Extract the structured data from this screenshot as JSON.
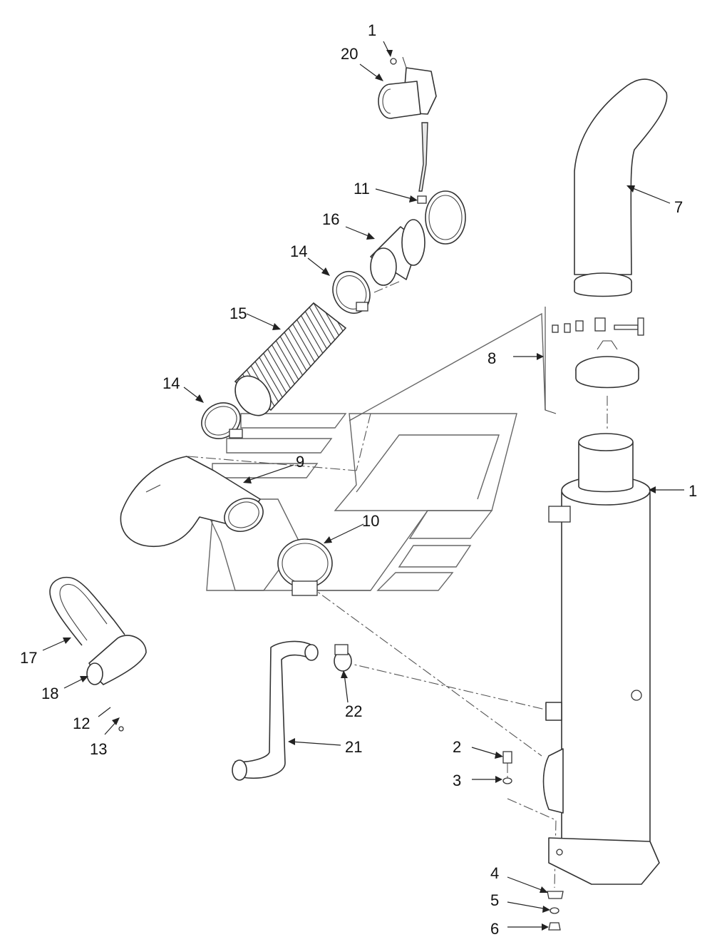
{
  "diagram": {
    "callouts": [
      {
        "id": "1",
        "text": "1"
      },
      {
        "id": "2",
        "text": "2"
      },
      {
        "id": "3",
        "text": "3"
      },
      {
        "id": "4",
        "text": "4"
      },
      {
        "id": "5",
        "text": "5"
      },
      {
        "id": "6",
        "text": "6"
      },
      {
        "id": "7",
        "text": "7"
      },
      {
        "id": "8",
        "text": "8"
      },
      {
        "id": "9",
        "text": "9"
      },
      {
        "id": "10",
        "text": "10"
      },
      {
        "id": "11",
        "text": "11"
      },
      {
        "id": "12",
        "text": "12"
      },
      {
        "id": "13",
        "text": "13"
      },
      {
        "id": "14a",
        "text": "14"
      },
      {
        "id": "14b",
        "text": "14"
      },
      {
        "id": "15",
        "text": "15"
      },
      {
        "id": "16",
        "text": "16"
      },
      {
        "id": "17",
        "text": "17"
      },
      {
        "id": "18",
        "text": "18"
      },
      {
        "id": "19",
        "text": "19"
      },
      {
        "id": "20",
        "text": "20"
      },
      {
        "id": "21",
        "text": "21"
      },
      {
        "id": "22",
        "text": "22"
      }
    ],
    "colors": {
      "line": "#333333",
      "background": "#ffffff",
      "watermark": "#666666"
    }
  }
}
